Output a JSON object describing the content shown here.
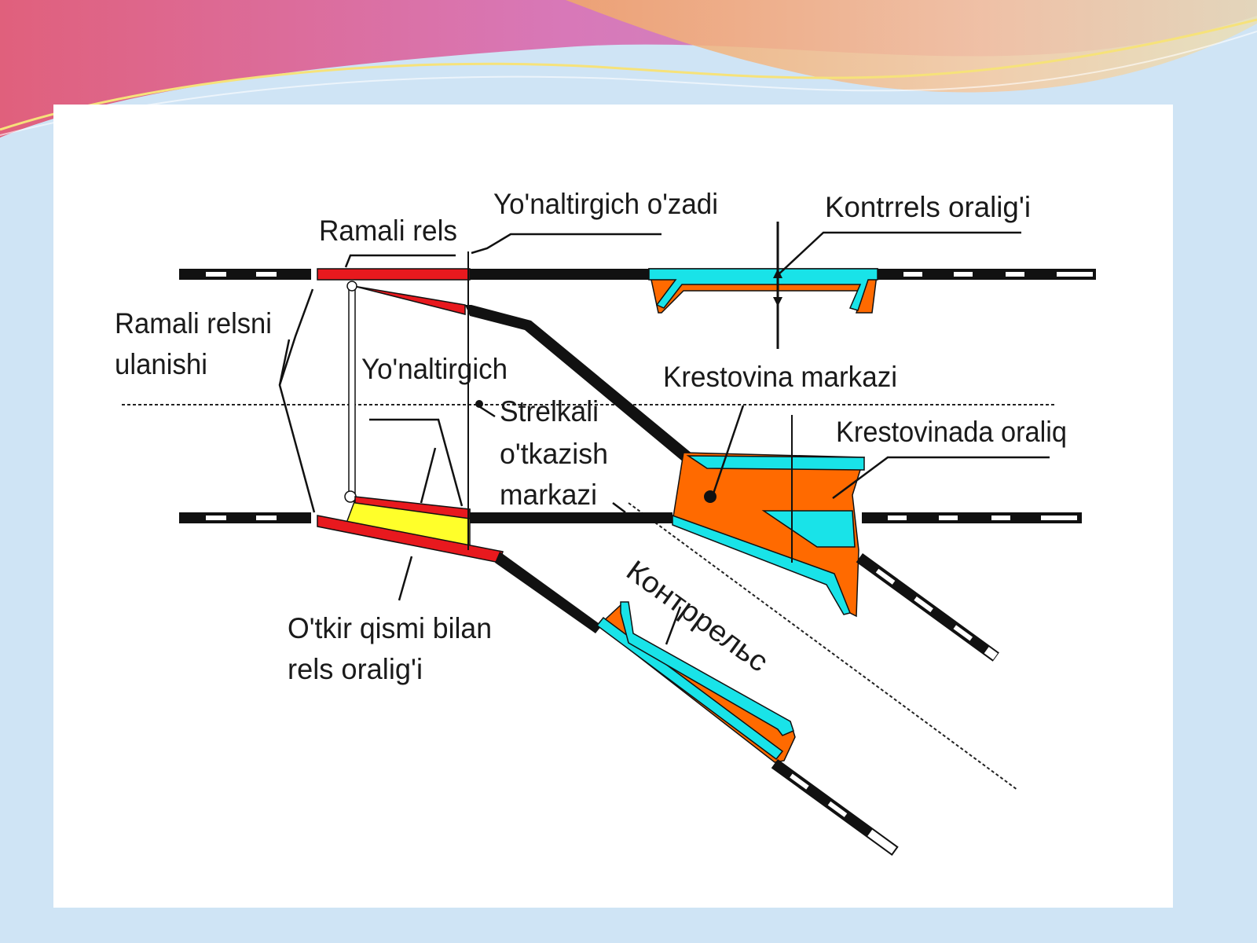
{
  "diagram": {
    "labels": {
      "frame_rail": "Ramali rels",
      "guide_gap": "Yo'naltirgich o'zadi",
      "check_rail_gap": "Kontrrels  oralig'i",
      "frame_rail_joint_1": "Ramali relsni",
      "frame_rail_joint_2": "ulanishi",
      "guide": "Yo'naltirgich",
      "switch_center_1": "Strelkali",
      "switch_center_2": "o'tkazish",
      "switch_center_3": "markazi",
      "frog_center": "Krestovina markazi",
      "frog_gap": "Krestovinada oraliq",
      "point_gap_1": "O'tkir qismi bilan",
      "point_gap_2": "rels  oralig'i",
      "check_rail_ru": "Контррельс"
    },
    "colors": {
      "rail": "#111111",
      "switch_point": "#e8191e",
      "check_rail": "#19e3e8",
      "frog": "#ff6a00",
      "gap_fill": "#ffff2a",
      "panel": "#ffffff"
    }
  }
}
